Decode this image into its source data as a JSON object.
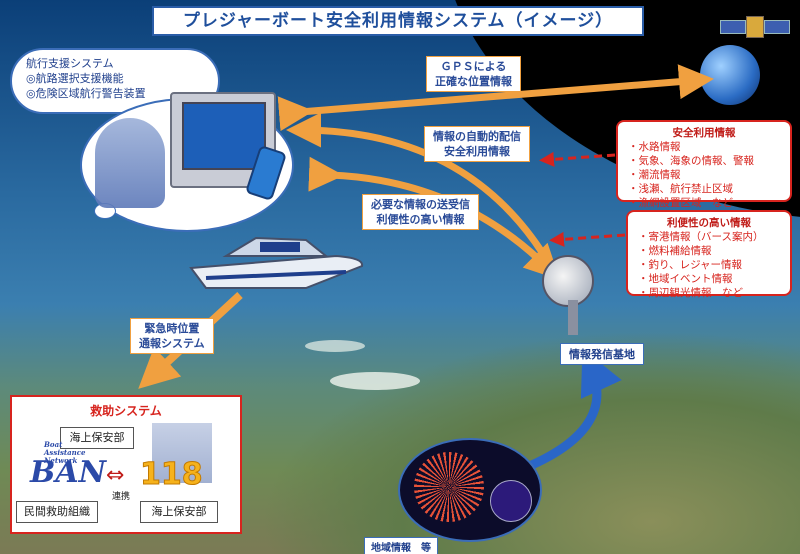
{
  "title": "プレジャーボート安全利用情報システム（イメージ）",
  "nav_system": {
    "heading": "航行支援システム",
    "items": [
      "◎航路選択支援機能",
      "◎危険区域航行警告装置"
    ]
  },
  "arrows": {
    "gps": [
      "ＧＰＳによる",
      "正確な位置情報"
    ],
    "auto_delivery": [
      "情報の自動的配信",
      "安全利用情報"
    ],
    "two_way": [
      "必要な情報の送受信",
      "利便性の高い情報"
    ],
    "emergency": [
      "緊急時位置",
      "通報システム"
    ]
  },
  "safety_info": {
    "heading": "安全利用情報",
    "items": [
      "・水路情報",
      "・気象、海象の情報、警報",
      "・潮流情報",
      "・浅瀬、航行禁止区域",
      "・漁網設置区域　など"
    ]
  },
  "convenience_info": {
    "heading": "利便性の高い情報",
    "items": [
      "・寄港情報（バース案内）",
      "・燃料補給情報",
      "・釣り、レジャー情報",
      "・地域イベント情報",
      "・周辺観光情報　など"
    ]
  },
  "rescue": {
    "heading": "救助システム",
    "coast_guard_top": "海上保安部",
    "ban_logo": "BAN",
    "ban_small": [
      "Boat",
      "Assistance",
      "Network"
    ],
    "number": "118",
    "link_label": "連携",
    "private_org": "民間救助組織",
    "coast_guard_bottom": "海上保安部"
  },
  "base_label": "情報発信基地",
  "region_label": "地域情報　等",
  "colors": {
    "arrow_orange": "#f0a040",
    "red_frame": "#d7241e",
    "blue_text": "#1f4f9c"
  }
}
